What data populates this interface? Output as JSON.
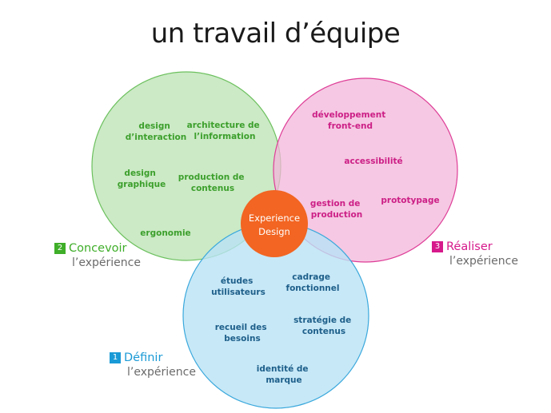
{
  "title": "un travail d’équipe",
  "center": {
    "line1": "Experience",
    "line2": "Design"
  },
  "colors": {
    "green_fill": "#c5e8bf",
    "green_stroke": "#6cc05e",
    "green_text": "#3c9f2c",
    "pink_fill": "#f3b6d9",
    "pink_stroke": "#de3d97",
    "pink_text": "#cc1f86",
    "blue_fill": "#b9e2f5",
    "blue_stroke": "#3aa8dc",
    "blue_text": "#1e5f8a",
    "center_fill": "#f26522",
    "legend_green": "#3fae29",
    "legend_pink": "#d6198b",
    "legend_blue": "#1a9ad6"
  },
  "circles": {
    "concevoir": {
      "items": [
        {
          "lines": [
            "design",
            "d’interaction"
          ]
        },
        {
          "lines": [
            "architecture de",
            "l’information"
          ]
        },
        {
          "lines": [
            "design",
            "graphique"
          ]
        },
        {
          "lines": [
            "production de",
            "contenus"
          ]
        },
        {
          "lines": [
            "ergonomie"
          ]
        }
      ]
    },
    "realiser": {
      "items": [
        {
          "lines": [
            "développement",
            "front-end"
          ]
        },
        {
          "lines": [
            "accessibilité"
          ]
        },
        {
          "lines": [
            "gestion de",
            "production"
          ]
        },
        {
          "lines": [
            "prototypage"
          ]
        }
      ]
    },
    "definir": {
      "items": [
        {
          "lines": [
            "études",
            "utilisateurs"
          ]
        },
        {
          "lines": [
            "cadrage",
            "fonctionnel"
          ]
        },
        {
          "lines": [
            "recueil des",
            "besoins"
          ]
        },
        {
          "lines": [
            "stratégie de",
            "contenus"
          ]
        },
        {
          "lines": [
            "identité de",
            "marque"
          ]
        }
      ]
    }
  },
  "legend": {
    "concevoir": {
      "number": "2",
      "label": "Concevoir",
      "sub": "l’expérience"
    },
    "realiser": {
      "number": "3",
      "label": "Réaliser",
      "sub": "l’expérience"
    },
    "definir": {
      "number": "1",
      "label": "Définir",
      "sub": "l’expérience"
    }
  }
}
